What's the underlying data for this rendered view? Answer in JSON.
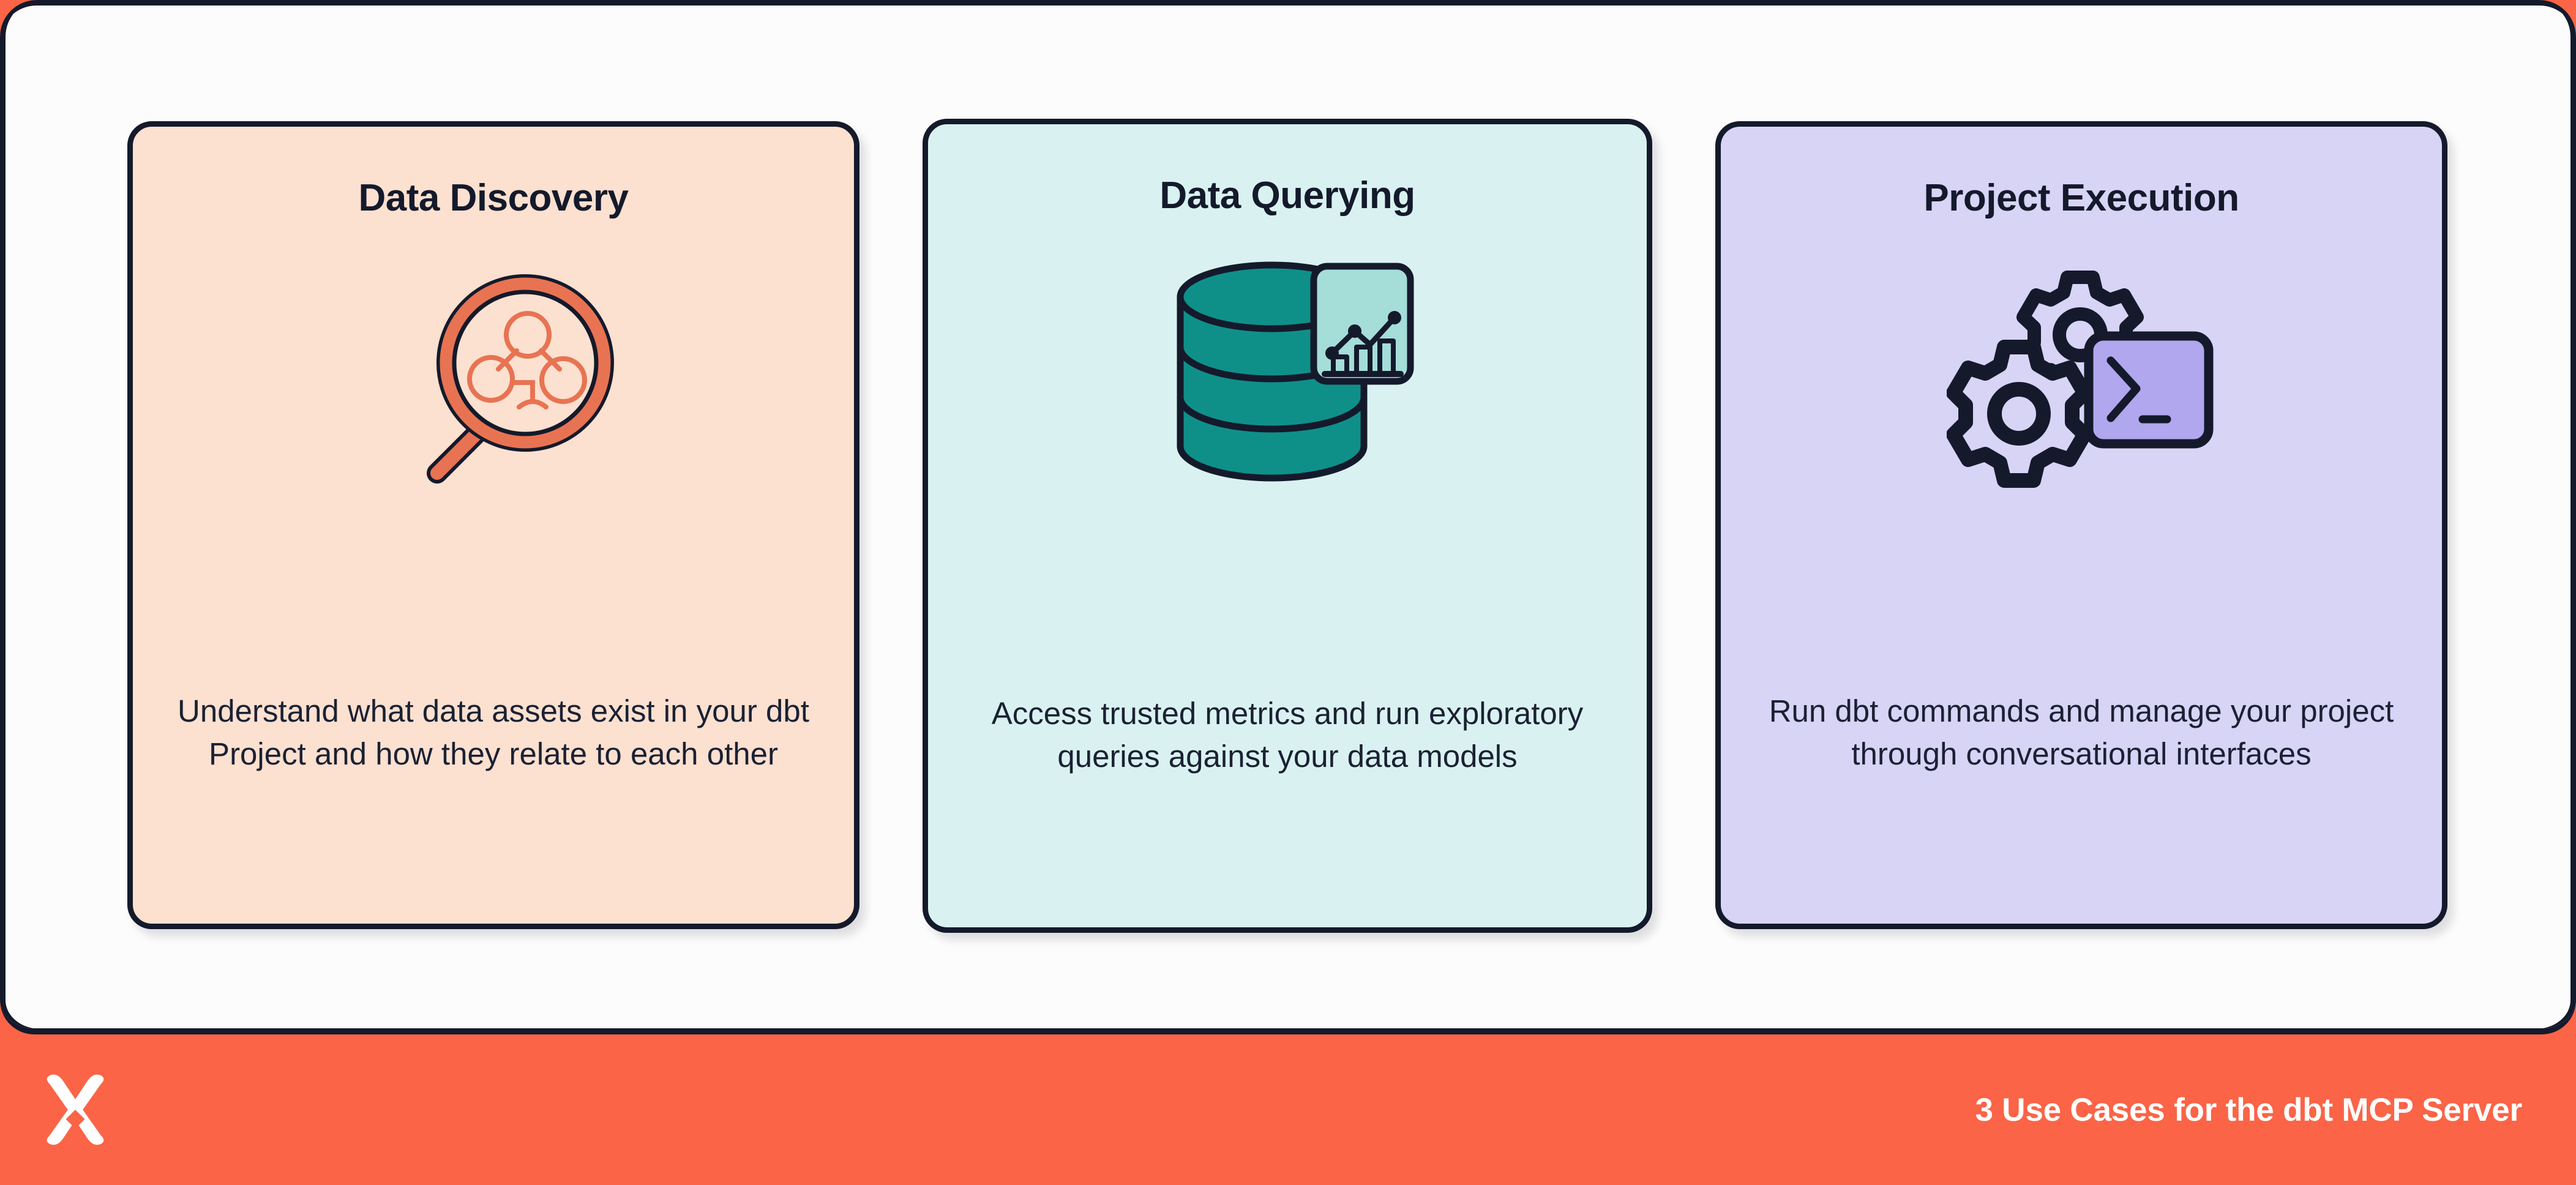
{
  "footer": {
    "caption": "3 Use Cases for the dbt MCP Server",
    "logo_name": "dbt-logo",
    "background_color": "#FB6446",
    "text_color": "#FFFFFF"
  },
  "panel": {
    "background_color": "#FCFCFC",
    "border_color": "#141A2B"
  },
  "cards": [
    {
      "title": "Data Discovery",
      "body": "Understand what data assets exist in your dbt Project and how they relate to each other",
      "icon_name": "magnifying-glass-lineage-icon",
      "background_color": "#FCE0D0",
      "accent_color": "#E87352",
      "border_color": "#141A2B"
    },
    {
      "title": "Data Querying",
      "body": "Access trusted metrics and run exploratory queries against your data models",
      "icon_name": "database-chart-icon",
      "background_color": "#D9F2F1",
      "accent_color": "#0E9089",
      "accent_color_2": "#A5DDD9",
      "border_color": "#141A2B"
    },
    {
      "title": "Project Execution",
      "body": "Run dbt commands and manage your project through conversational interfaces",
      "icon_name": "gears-terminal-icon",
      "background_color": "#D7D4F6",
      "accent_color": "#B0A7EE",
      "border_color": "#141A2B"
    }
  ]
}
